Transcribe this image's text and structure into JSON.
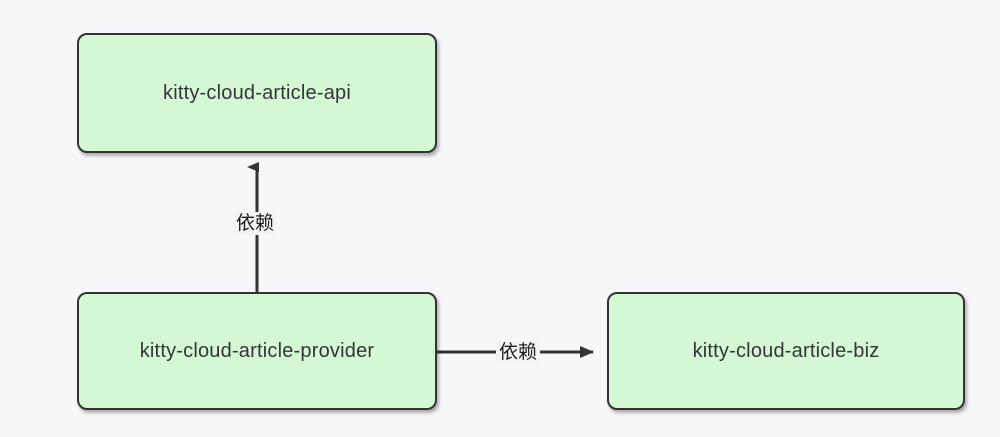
{
  "diagram": {
    "type": "dependency-graph",
    "background_color": "#f7f7f9",
    "node_fill_color": "#d3f8d3",
    "node_border_color": "#333333",
    "edge_color": "#333333",
    "text_color": "#34343a",
    "nodes": [
      {
        "id": "api",
        "label": "kitty-cloud-article-api"
      },
      {
        "id": "provider",
        "label": "kitty-cloud-article-provider"
      },
      {
        "id": "biz",
        "label": "kitty-cloud-article-biz"
      }
    ],
    "edges": [
      {
        "id": "provider-to-api",
        "from": "provider",
        "to": "api",
        "label": "依赖",
        "direction": "up"
      },
      {
        "id": "provider-to-biz",
        "from": "provider",
        "to": "biz",
        "label": "依赖",
        "direction": "right"
      }
    ]
  }
}
